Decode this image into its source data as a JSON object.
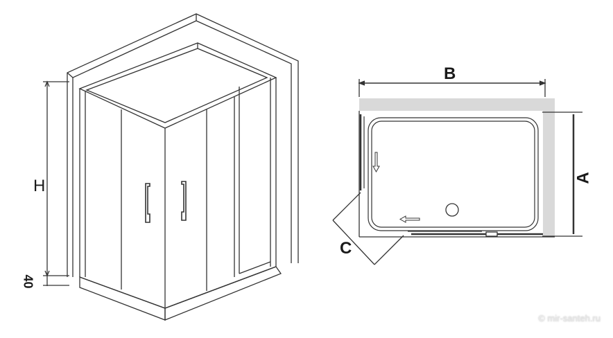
{
  "iso_view": {
    "height_label": "H",
    "base_label": "40"
  },
  "plan_view": {
    "width_label": "B",
    "depth_label": "A",
    "entry_label": "C"
  },
  "watermark": "© mir-santeh.ru"
}
